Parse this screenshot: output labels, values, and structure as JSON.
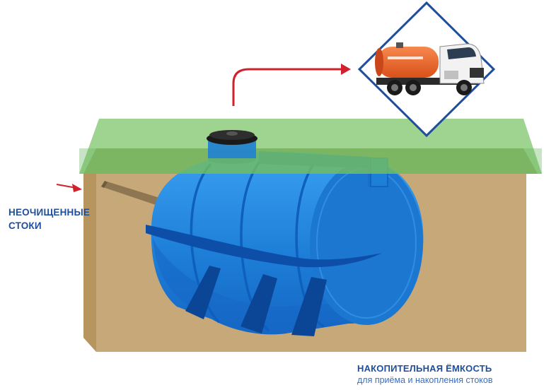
{
  "inlet": {
    "line1": "НЕОЧИЩЕННЫЕ",
    "line2": "СТОКИ"
  },
  "caption": {
    "title": "НАКОПИТЕЛЬНАЯ ЁМКОСТЬ",
    "subtitle": "для приёма и накопления стоков"
  },
  "colors": {
    "soil": "#c7a878",
    "grass": "#7fc46b",
    "tank": "#1e7fd8",
    "tank_dark": "#0d4fa8",
    "arrow": "#d0212c",
    "frame": "#1f4f9c",
    "truck_tank": "#f0652a",
    "text_primary": "#1f4f9c",
    "text_secondary": "#3a6fbf"
  }
}
